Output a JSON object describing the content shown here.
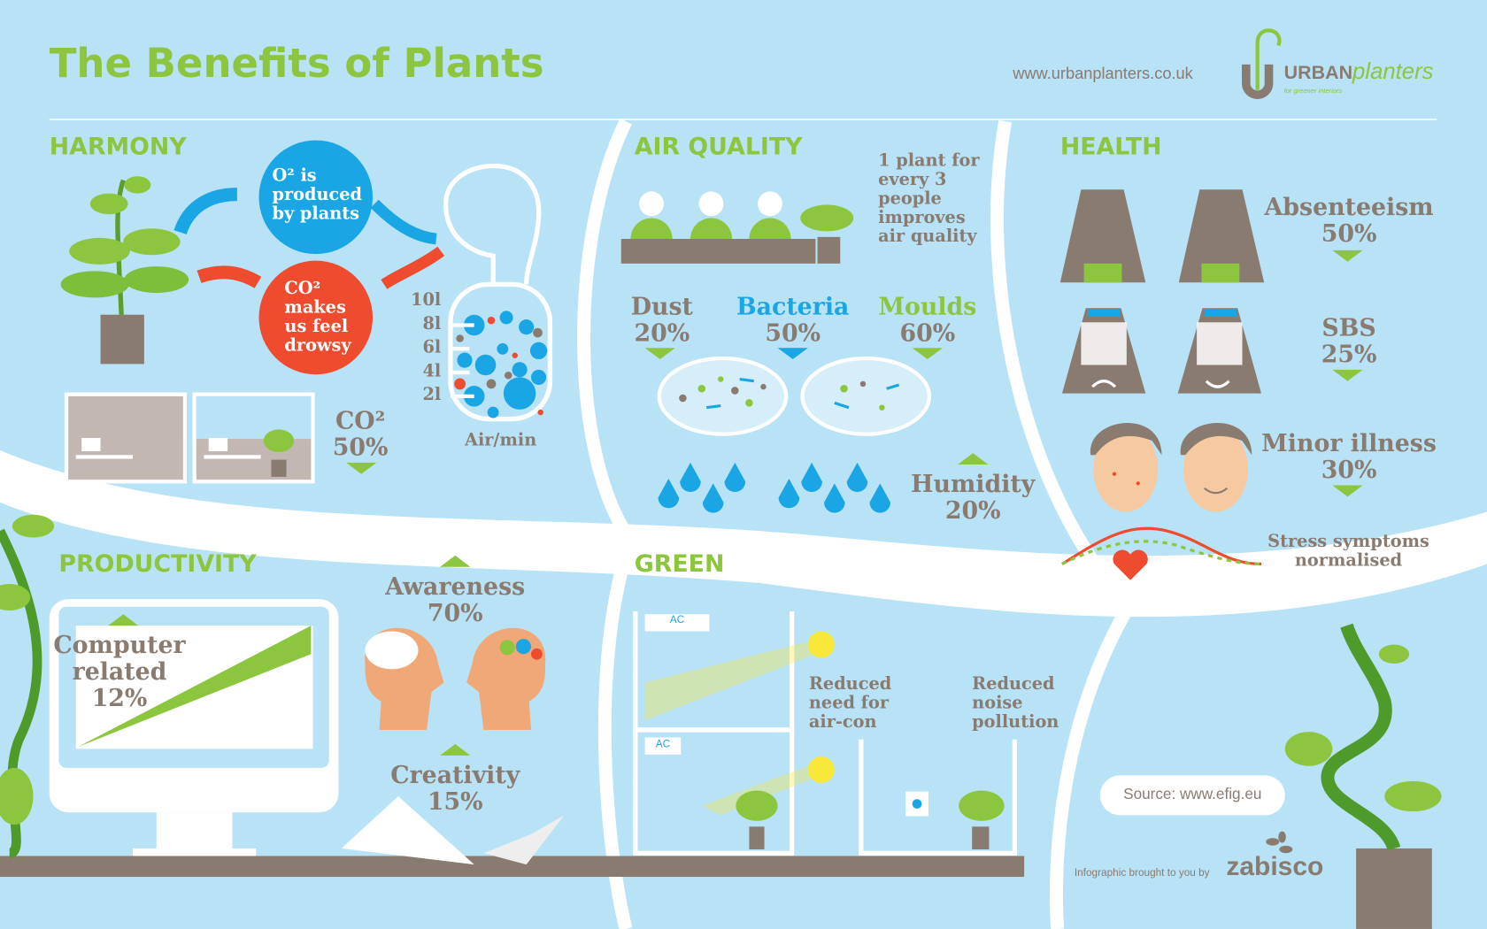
{
  "title": "The Benefits of Plants",
  "website": "www.urbanplanters.co.uk",
  "logo": {
    "brand_bold": "URBAN",
    "brand_light": "planters",
    "tagline": "for greener interiors"
  },
  "colors": {
    "background": "#b8e2f6",
    "green": "#8cc63f",
    "brown": "#8a7b70",
    "blue": "#0ea5e0",
    "red": "#ef4b2f"
  },
  "harmony": {
    "heading": "HARMONY",
    "o2": "O² is produced by plants",
    "co2": "CO² makes us feel drowsy",
    "scale": [
      "10l",
      "8l",
      "6l",
      "4l",
      "2l"
    ],
    "scale_label": "Air/min",
    "co2_stat": "CO²",
    "co2_value": "50%"
  },
  "air_quality": {
    "heading": "AIR QUALITY",
    "note": "1 plant for every 3 people improves air quality",
    "dust": {
      "label": "Dust",
      "value": "20%"
    },
    "bacteria": {
      "label": "Bacteria",
      "value": "50%"
    },
    "moulds": {
      "label": "Moulds",
      "value": "60%"
    },
    "humidity": {
      "label": "Humidity",
      "value": "20%"
    }
  },
  "health": {
    "heading": "HEALTH",
    "absenteeism": {
      "label": "Absenteeism",
      "value": "50%"
    },
    "sbs": {
      "label": "SBS",
      "value": "25%"
    },
    "minor": {
      "label": "Minor illness",
      "value": "30%"
    },
    "stress": "Stress symptoms normalised"
  },
  "productivity": {
    "heading": "PRODUCTIVITY",
    "computer": {
      "label": "Computer related",
      "value": "12%"
    },
    "awareness": {
      "label": "Awareness",
      "value": "70%"
    },
    "creativity": {
      "label": "Creativity",
      "value": "15%"
    }
  },
  "green": {
    "heading": "GREEN",
    "ac_label": "AC",
    "aircon": "Reduced need for air-con",
    "noise": "Reduced noise pollution"
  },
  "source": "Source: www.efig.eu",
  "credit": "Infographic brought to you by",
  "credit_brand": "zabisco"
}
